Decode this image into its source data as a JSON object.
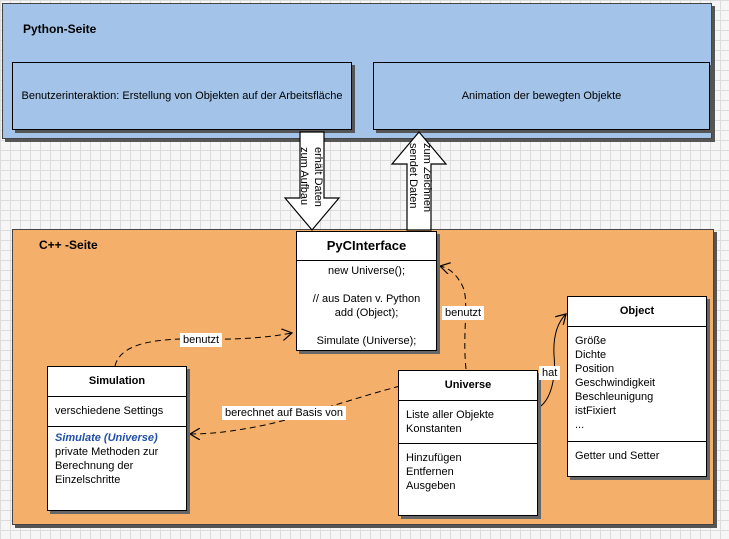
{
  "python_side": {
    "title": "Python-Seite",
    "user_box": "Benutzerinteraktion: Erstellung von Objekten auf der Arbeitsfläche",
    "anim_box": "Animation der bewegten Objekte"
  },
  "arrows": {
    "down_label_1": "erhält Daten",
    "down_label_2": "zum Aufbau",
    "up_label_1": "sendet Daten",
    "up_label_2": "zum Zeichnen"
  },
  "cpp_side": {
    "title": "C++ -Seite"
  },
  "pyinterface": {
    "title": "PyCInterface",
    "line1": "new Universe();",
    "line2": "// aus Daten v. Python",
    "line3": "add (Object);",
    "line4": "Simulate (Universe);"
  },
  "simulation": {
    "title": "Simulation",
    "attr": "verschiedene Settings",
    "method": "Simulate (Universe)",
    "desc": "private Methoden zur Berechnung der Einzelschritte"
  },
  "universe": {
    "title": "Universe",
    "attr1": "Liste aller Objekte",
    "attr2": "Konstanten",
    "op1": "Hinzufügen",
    "op2": "Entfernen",
    "op3": "Ausgeben"
  },
  "object": {
    "title": "Object",
    "attrs": [
      "Größe",
      "Dichte",
      "Position",
      "Geschwindigkeit",
      "Beschleunigung",
      "istFixiert",
      "..."
    ],
    "methods": "Getter und Setter"
  },
  "relations": {
    "sim_to_iface": "benutzt",
    "universe_to_iface": "benutzt",
    "universe_to_object": "hat",
    "universe_to_sim": "berechnet auf Basis von"
  }
}
